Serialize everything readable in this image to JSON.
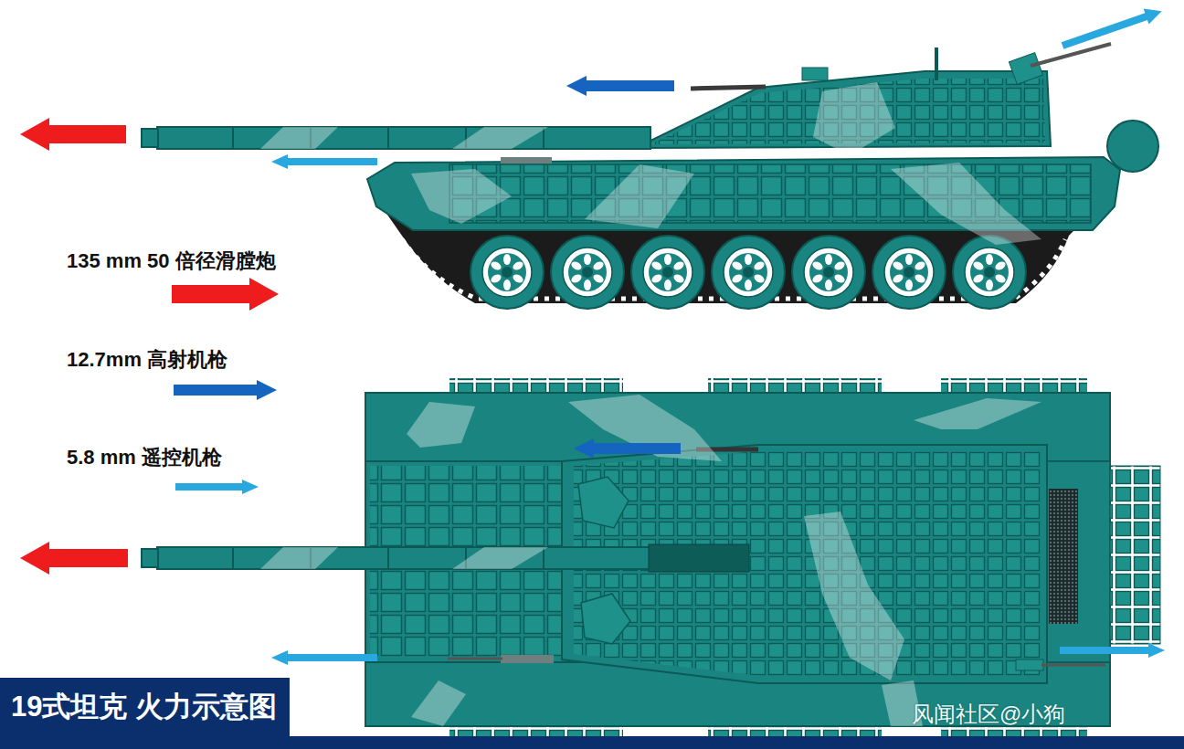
{
  "diagram": {
    "title": "19式坦克 火力示意图",
    "labels": [
      "风闻社区@小狗"
    ],
    "legend": [
      {
        "text": "135 mm 50 倍径滑膛炮"
      },
      {
        "text": "12.7mm 高射机枪"
      },
      {
        "text": "5.8 mm 遥控机枪"
      }
    ]
  }
}
